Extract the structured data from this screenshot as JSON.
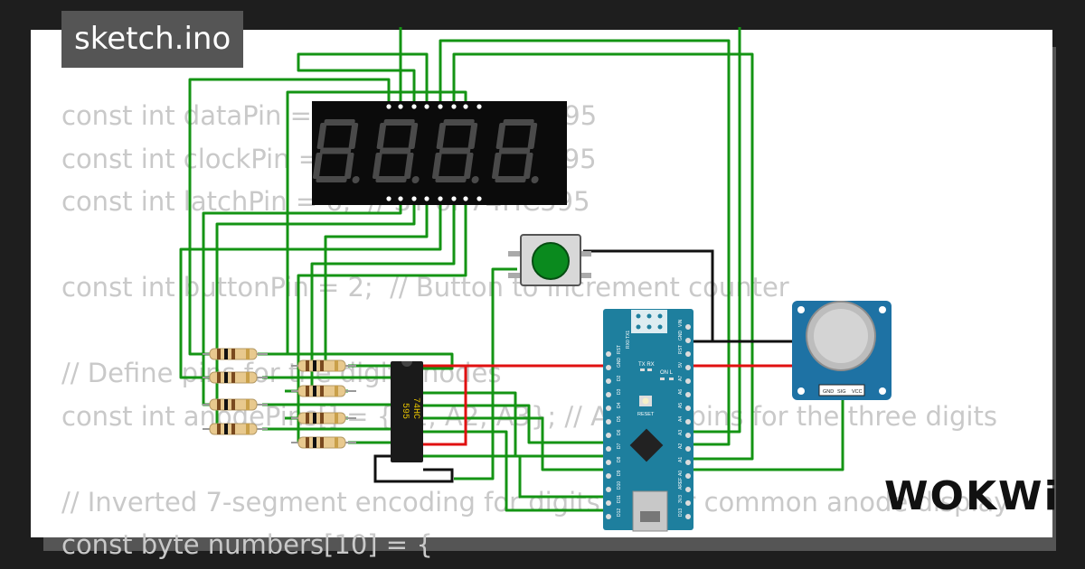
{
  "file_tab": {
    "label": "sketch.ino"
  },
  "code_lines": [
    "const int dataPin = 4;   // DS of 74HC595",
    "const int clockPin = 5;  // SH of 74HC595",
    "const int latchPin = 6;  // ST of 74HC595",
    "",
    "const int buttonPin = 2;  // Button to increment counter",
    "",
    "// Define pins for the digit anodes",
    "const int anodePins[] = {A1, A2, A3}; // Analog pins for the three digits",
    "",
    "// Inverted 7-segment encoding for digits 0-9 for common anode display",
    "const byte numbers[10] = {"
  ],
  "display": {
    "digits": [
      "8.",
      "8.",
      "8.",
      "8."
    ]
  },
  "chip": {
    "label_line1": "74HC",
    "label_line2": "595"
  },
  "arduino": {
    "header_top": "RX0 TX1",
    "txrx": "TX RX",
    "led_label": "ON L",
    "reset_label": "RESET",
    "pins_left": [
      "D12",
      "D11",
      "D10",
      "D9",
      "D8",
      "D7",
      "D6",
      "D5",
      "D4",
      "D3",
      "D2",
      "GND",
      "RST"
    ],
    "pins_right": [
      "D13",
      "3V3",
      "AREF",
      "A0",
      "A1",
      "A2",
      "A3",
      "A4",
      "A5",
      "A6",
      "A7",
      "5V",
      "RST",
      "GND",
      "VIN"
    ]
  },
  "potentiometer": {
    "pins": [
      "GND",
      "SIG",
      "VCC"
    ]
  },
  "logo": {
    "text": "WOKWi"
  },
  "colors": {
    "wire_green": "#149414",
    "wire_red": "#e01010",
    "wire_black": "#111111",
    "board": "#1e7f9e",
    "display_bg": "#0b0b0b",
    "segment_off": "#4a4a4a"
  }
}
